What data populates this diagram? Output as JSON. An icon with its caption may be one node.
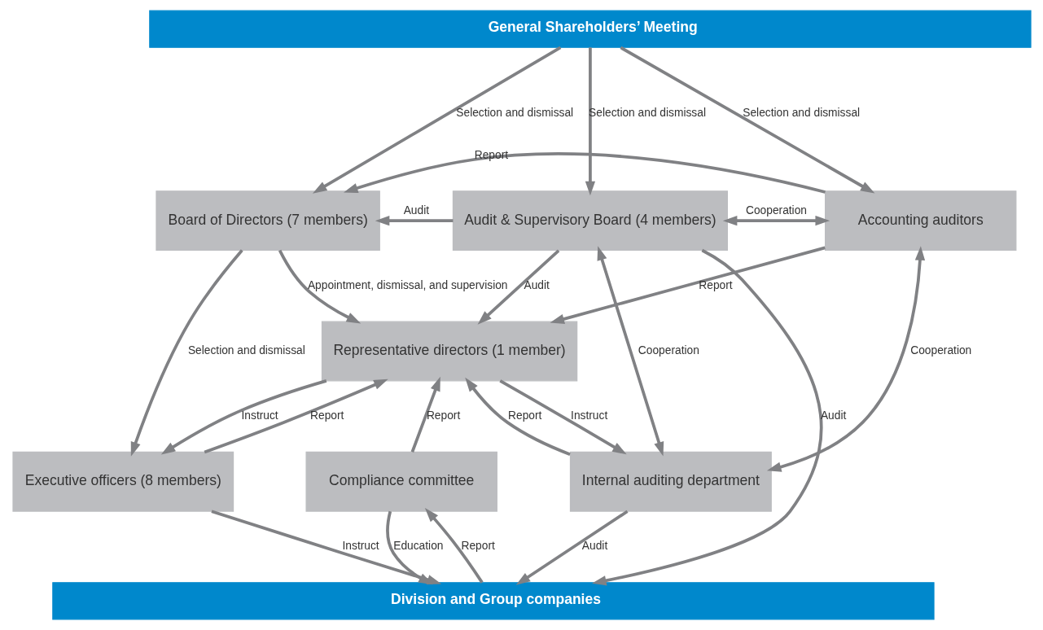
{
  "diagram": {
    "nodes": [
      {
        "text": [
          "General Shareholders’ Meeting"
        ]
      },
      {
        "text": [
          "Board of Directors (7 members)"
        ]
      },
      {
        "text": [
          "Audit & Supervisory Board (4 members)"
        ]
      },
      {
        "text": [
          "Accounting auditors"
        ]
      },
      {
        "text": [
          "Representative directors (1 member)"
        ]
      },
      {
        "text": [
          "Executive officers (8 members)"
        ]
      },
      {
        "text": [
          "Compliance committee"
        ]
      },
      {
        "text": [
          "Internal auditing department"
        ]
      },
      {
        "text": [
          "Division and Group companies"
        ]
      }
    ],
    "edges": [
      {
        "from": 0,
        "to": 1,
        "arrow": "to",
        "label": "Selection and dismissal"
      },
      {
        "from": 0,
        "to": 2,
        "arrow": "to",
        "label": "Selection and dismissal"
      },
      {
        "from": 0,
        "to": 3,
        "arrow": "to",
        "label": "Selection and dismissal"
      },
      {
        "from": 3,
        "to": 1,
        "arrow": "to",
        "label": "Report"
      },
      {
        "from": 2,
        "to": 3,
        "arrow": "both",
        "label": "Cooperation"
      },
      {
        "from": 2,
        "to": 1,
        "arrow": "to",
        "label": "Audit"
      },
      {
        "from": 2,
        "to": 8,
        "arrow": "to",
        "label": "Audit"
      },
      {
        "from": 2,
        "to": 7,
        "arrow": "both",
        "label": "Cooperation"
      },
      {
        "from": 1,
        "to": 4,
        "arrow": "to",
        "label": "Appointment, dismissal, and supervision"
      },
      {
        "from": 1,
        "to": 5,
        "arrow": "to",
        "label": "Selection and dismissal"
      },
      {
        "from": 2,
        "to": 4,
        "arrow": "to",
        "label": "Audit"
      },
      {
        "from": 3,
        "to": 4,
        "arrow": "to",
        "label": "Report"
      },
      {
        "from": 4,
        "to": 7,
        "arrow": "to",
        "label": "Instruct"
      },
      {
        "from": 7,
        "to": 4,
        "arrow": "to",
        "label": "Report"
      },
      {
        "from": 3,
        "to": 7,
        "arrow": "both",
        "label": "Cooperation"
      },
      {
        "from": 4,
        "to": 5,
        "arrow": "to",
        "label": "Instruct"
      },
      {
        "from": 5,
        "to": 4,
        "arrow": "to",
        "label": "Report"
      },
      {
        "from": 6,
        "to": 4,
        "arrow": "to",
        "label": "Report"
      },
      {
        "from": 5,
        "to": 8,
        "arrow": "to",
        "label": "Instruct"
      },
      {
        "from": 8,
        "to": 6,
        "arrow": "to",
        "label": "Report"
      },
      {
        "from": 6,
        "to": 8,
        "arrow": "to",
        "label": "Education"
      },
      {
        "from": 7,
        "to": 8,
        "arrow": "to",
        "label": "Audit"
      }
    ]
  }
}
